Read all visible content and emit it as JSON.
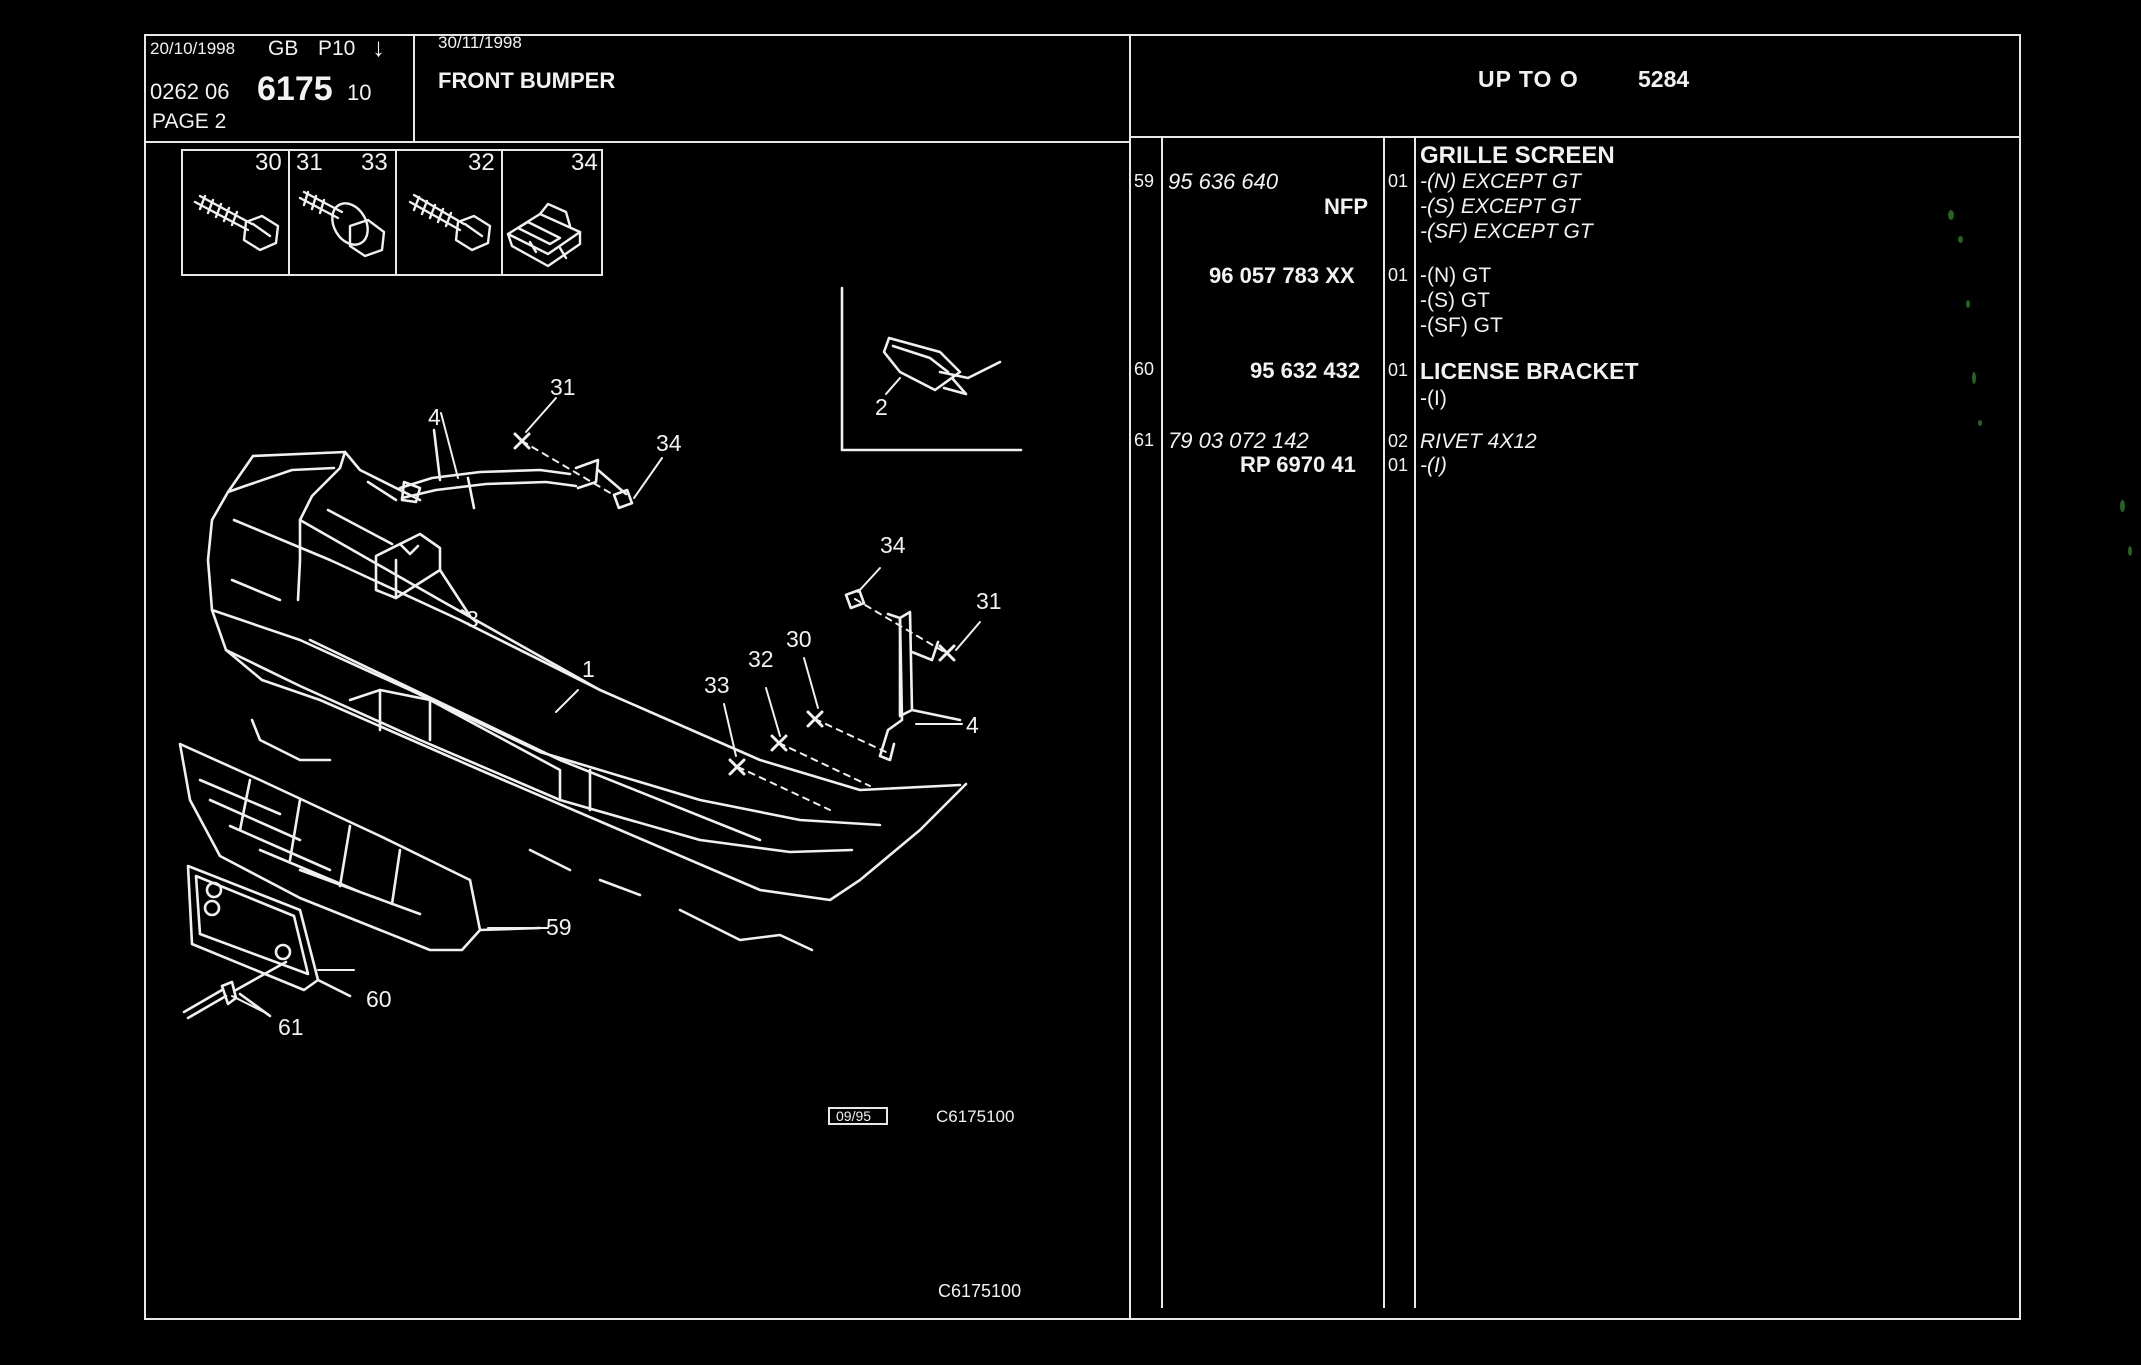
{
  "header": {
    "date_left": "20/10/1998",
    "lang": "GB",
    "model_code": "P10",
    "arrow_symbol": "↓",
    "ref_prefix": "0262 06",
    "ref_main": "6175",
    "ref_suffix": "10",
    "page": "PAGE 2",
    "date_right": "30/11/1998",
    "title": "FRONT BUMPER",
    "up_to_label": "UP TO O",
    "up_to_value": "5284"
  },
  "fastener_key": [
    {
      "label": "30"
    },
    {
      "label": "31"
    },
    {
      "label": "33"
    },
    {
      "label": "32"
    },
    {
      "label": "34"
    }
  ],
  "diagram": {
    "callouts": [
      "1",
      "2",
      "3",
      "4",
      "4",
      "30",
      "31",
      "31",
      "32",
      "33",
      "34",
      "34",
      "59",
      "60",
      "61"
    ],
    "date_box": "09/95",
    "figure_code": "C6175100",
    "footer_code": "C6175100"
  },
  "parts": [
    {
      "ref": "59",
      "part_no": "95 636 640",
      "part_note": "NFP",
      "qty": "01",
      "description": "GRILLE SCREEN",
      "lines": [
        "-(N) EXCEPT  GT",
        "-(S) EXCEPT  GT",
        "-(SF) EXCEPT  GT"
      ]
    },
    {
      "ref": "",
      "part_no": "96 057 783 XX",
      "qty": "01",
      "lines": [
        "-(N) GT",
        "-(S) GT",
        "-(SF) GT"
      ]
    },
    {
      "ref": "60",
      "part_no": "95 632 432",
      "qty": "01",
      "description": "LICENSE BRACKET",
      "lines": [
        "-(I)"
      ]
    },
    {
      "ref": "61",
      "part_no": "79 03 072 142",
      "qty": "02",
      "description": "RIVET 4X12",
      "part_no_2": "RP  6970 41",
      "qty_2": "01",
      "lines": [
        "-(I)"
      ]
    }
  ],
  "colors": {
    "background": "#000000",
    "ink": "#f2f2f2"
  }
}
